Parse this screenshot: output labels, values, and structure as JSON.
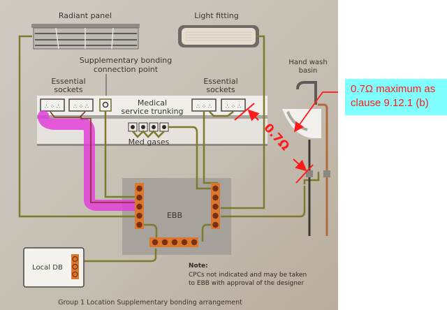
{
  "diagram": {
    "caption": "Group 1 Location Supplementary bonding arrangement",
    "labels": {
      "radiant_panel": "Radiant panel",
      "light_fitting": "Light fitting",
      "supp_bonding_1": "Supplementary bonding",
      "supp_bonding_2": "connection point",
      "ess_sockets_left_1": "Essential",
      "ess_sockets_left_2": "sockets",
      "ess_sockets_right_1": "Essential",
      "ess_sockets_right_2": "sockets",
      "trunking_1": "Medical",
      "trunking_2": "service trunking",
      "med_gases": "Med gases",
      "hand_wash_1": "Hand wash",
      "hand_wash_2": "basin",
      "ebb": "EBB",
      "local_db": "Local DB"
    },
    "note": {
      "title": "Note:",
      "line1": "CPCs not indicated and may be taken",
      "line2": "to EBB with approval of the designer"
    },
    "annotation": {
      "resistance_label": "0.7Ω",
      "callout_line1": "0.7Ω maximum as",
      "callout_line2": "clause 9.12.1 (b)"
    },
    "colors": {
      "background": "#c9c3b8",
      "bond_wire": "#7d7a2e",
      "terminal_bar": "#d9782e",
      "terminal_stud": "#7a2e12",
      "highlight": "#e040d8",
      "annotation_red": "#ff1a1a",
      "callout_bg": "#80ffff"
    }
  }
}
